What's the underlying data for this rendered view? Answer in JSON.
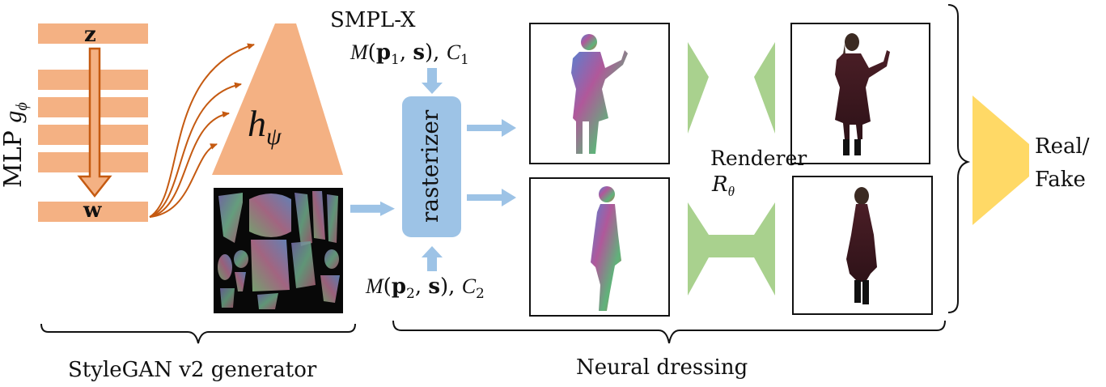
{
  "mlp": {
    "label": "MLP",
    "symbol": "g",
    "subscript": "ϕ",
    "input": "z",
    "output": "w",
    "layer_count": 6,
    "color": "#f4b183",
    "arrow_color": "#c55a11"
  },
  "synthesis": {
    "symbol": "h",
    "subscript": "ψ",
    "color": "#f4b183"
  },
  "smplx": {
    "title": "SMPL-X",
    "view1": {
      "fn": "M",
      "bold_p": "p",
      "p_index": "1",
      "bold_s": "s",
      "camera": "C",
      "camera_index": "1"
    },
    "view2": {
      "fn": "M",
      "bold_p": "p",
      "p_index": "2",
      "bold_s": "s",
      "camera": "C",
      "camera_index": "2"
    }
  },
  "rasterizer": {
    "label": "rasterizer",
    "color": "#9dc3e6"
  },
  "renderer": {
    "label": "Renderer",
    "symbol": "R",
    "subscript": "θ",
    "color": "#a9d18e"
  },
  "discriminator": {
    "label_line1": "Real/",
    "label_line2": "Fake",
    "color": "#ffd966"
  },
  "groups": {
    "stylegan": "StyleGAN v2 generator",
    "neural_dressing": "Neural dressing"
  }
}
